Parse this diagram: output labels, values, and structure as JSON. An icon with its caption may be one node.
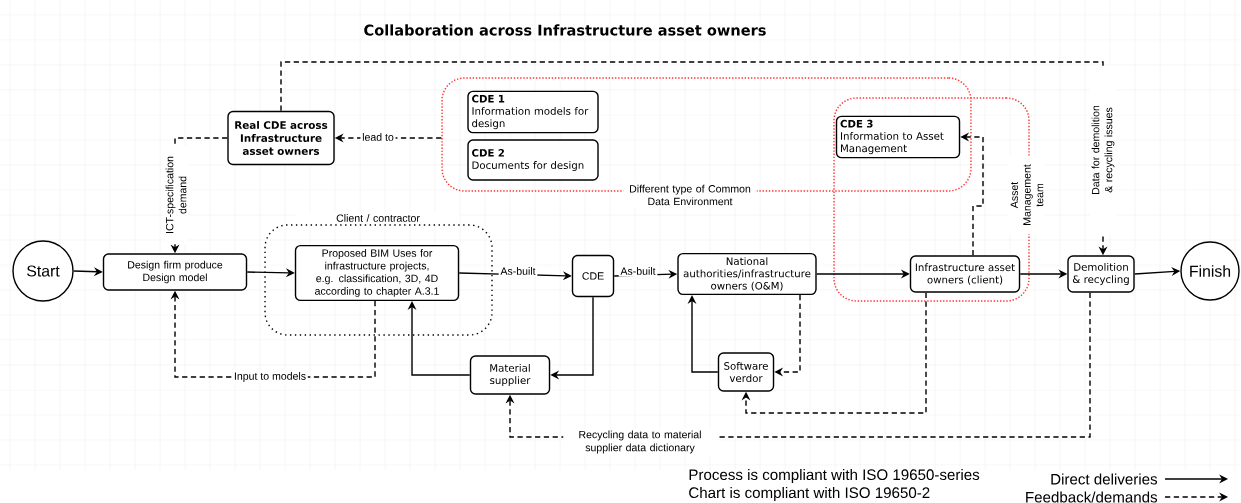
{
  "diagram": {
    "title": "Collaboration across Infrastructure asset owners",
    "nodes": [
      {
        "text": [
          "Start"
        ]
      },
      {
        "text": [
          "Design firm produce Design model"
        ]
      },
      {
        "text": [
          "Client / contractor"
        ]
      },
      {
        "text": [
          "Proposed BIM Uses for infrastructure projects, e.g. classification, 3D, 4D according to chapter A.3.1"
        ],
        "in": 2
      },
      {
        "text": [
          "CDE"
        ]
      },
      {
        "text": [
          "National authorities/infrastructure owners (O&M)"
        ]
      },
      {
        "text": [
          "Infrastructure asset owners (client)"
        ],
        "in": 15
      },
      {
        "text": [
          "Demolition & recycling"
        ]
      },
      {
        "text": [
          "Finish"
        ]
      },
      {
        "text": [
          "Material supplier"
        ]
      },
      {
        "text": [
          "Software verdor"
        ]
      },
      {
        "text": [
          "Real CDE across Infrastructure asset owners"
        ]
      },
      {
        "text": [
          "Different type of Common Data Environment"
        ]
      },
      {
        "text": [
          "CDE 1",
          "Information models for design"
        ],
        "in": 12
      },
      {
        "text": [
          "CDE 2",
          "Documents for design"
        ],
        "in": 12
      },
      {
        "text": [
          "Asset Management team"
        ]
      },
      {
        "text": [
          "CDE 3",
          "Information to Asset Management"
        ]
      }
    ],
    "edges": [
      {
        "from": 0,
        "to": 1,
        "arrow": "to"
      },
      {
        "from": 1,
        "to": 3,
        "arrow": "to"
      },
      {
        "from": 3,
        "to": 4,
        "arrow": "to",
        "label": "As-built"
      },
      {
        "from": 4,
        "to": 5,
        "arrow": "to",
        "label": "As-built"
      },
      {
        "from": 5,
        "to": 6,
        "arrow": "to"
      },
      {
        "from": 6,
        "to": 7,
        "arrow": "to"
      },
      {
        "from": 7,
        "to": 8,
        "arrow": "to"
      },
      {
        "from": 4,
        "to": 9,
        "arrow": "to"
      },
      {
        "from": 9,
        "to": 3,
        "arrow": "to"
      },
      {
        "from": 5,
        "to": 10,
        "arrow": "to",
        "style": "dashed"
      },
      {
        "from": 10,
        "to": 5,
        "arrow": "to"
      },
      {
        "from": 6,
        "to": 10,
        "arrow": "to",
        "style": "dashed"
      },
      {
        "from": 7,
        "to": 9,
        "arrow": "to",
        "style": "dashed",
        "label": "Recycling data to material supplier data dictionary"
      },
      {
        "from": 3,
        "to": 1,
        "arrow": "to",
        "style": "dashed",
        "label": "Input to models"
      },
      {
        "from": 12,
        "to": 11,
        "arrow": "to",
        "style": "dashed",
        "label": "lead to"
      },
      {
        "from": 11,
        "to": 1,
        "arrow": "to",
        "style": "dashed",
        "label": "ICT-specification demand"
      },
      {
        "from": 11,
        "to": 7,
        "arrow": "to",
        "style": "dashed",
        "label": "Data for demolition & recycling issues"
      },
      {
        "from": 6,
        "to": 16,
        "arrow": "to",
        "style": "dashed"
      }
    ],
    "labels": [
      "Process is compliant with ISO 19650-series",
      "Chart is compliant with ISO 19650-2"
    ],
    "legend": [
      {
        "text": "Direct deliveries"
      },
      {
        "text": "Feedback/demands"
      }
    ]
  }
}
